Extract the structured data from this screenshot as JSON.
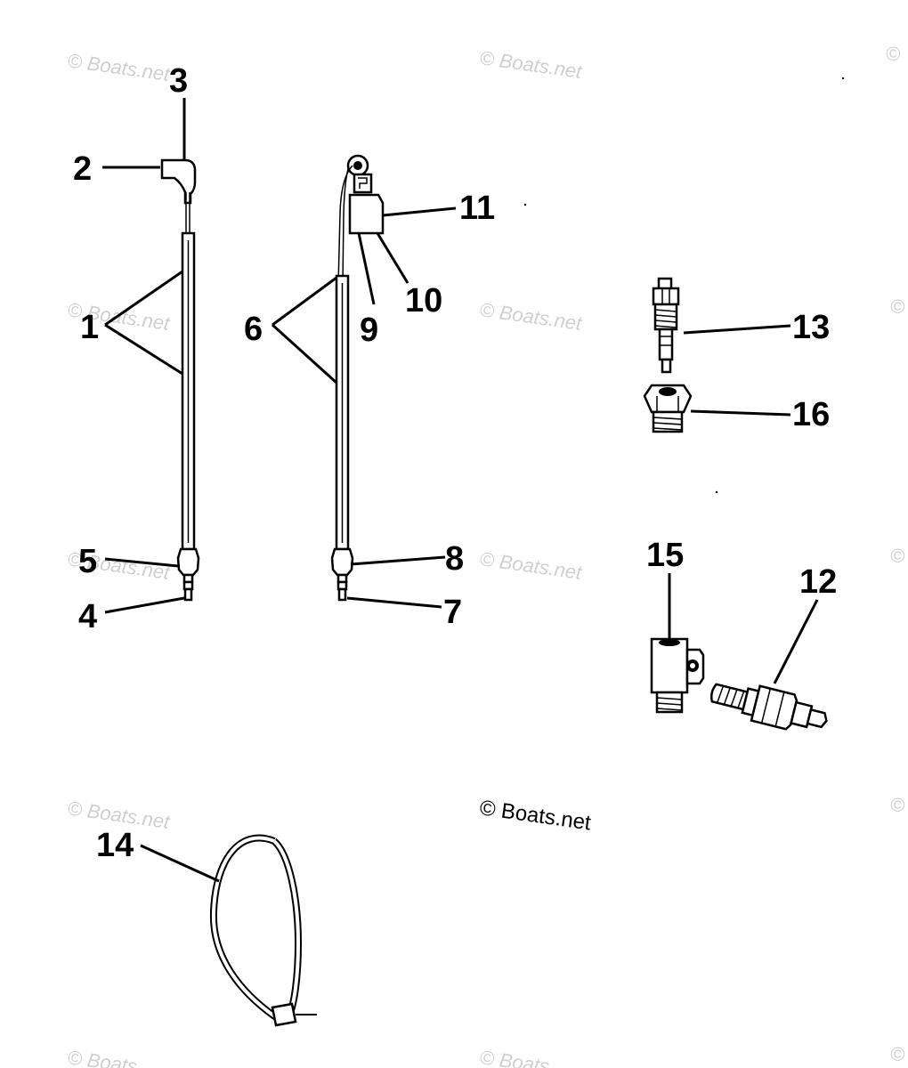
{
  "callouts": {
    "c1": "1",
    "c2": "2",
    "c3": "3",
    "c4": "4",
    "c5": "5",
    "c6": "6",
    "c7": "7",
    "c8": "8",
    "c9": "9",
    "c10": "10",
    "c11": "11",
    "c12": "12",
    "c13": "13",
    "c14": "14",
    "c15": "15",
    "c16": "16"
  },
  "watermarks": {
    "faint": "© Boats.net",
    "faint_cut": "© Boats",
    "faint_edge": "©",
    "main": "© Boats.net"
  }
}
